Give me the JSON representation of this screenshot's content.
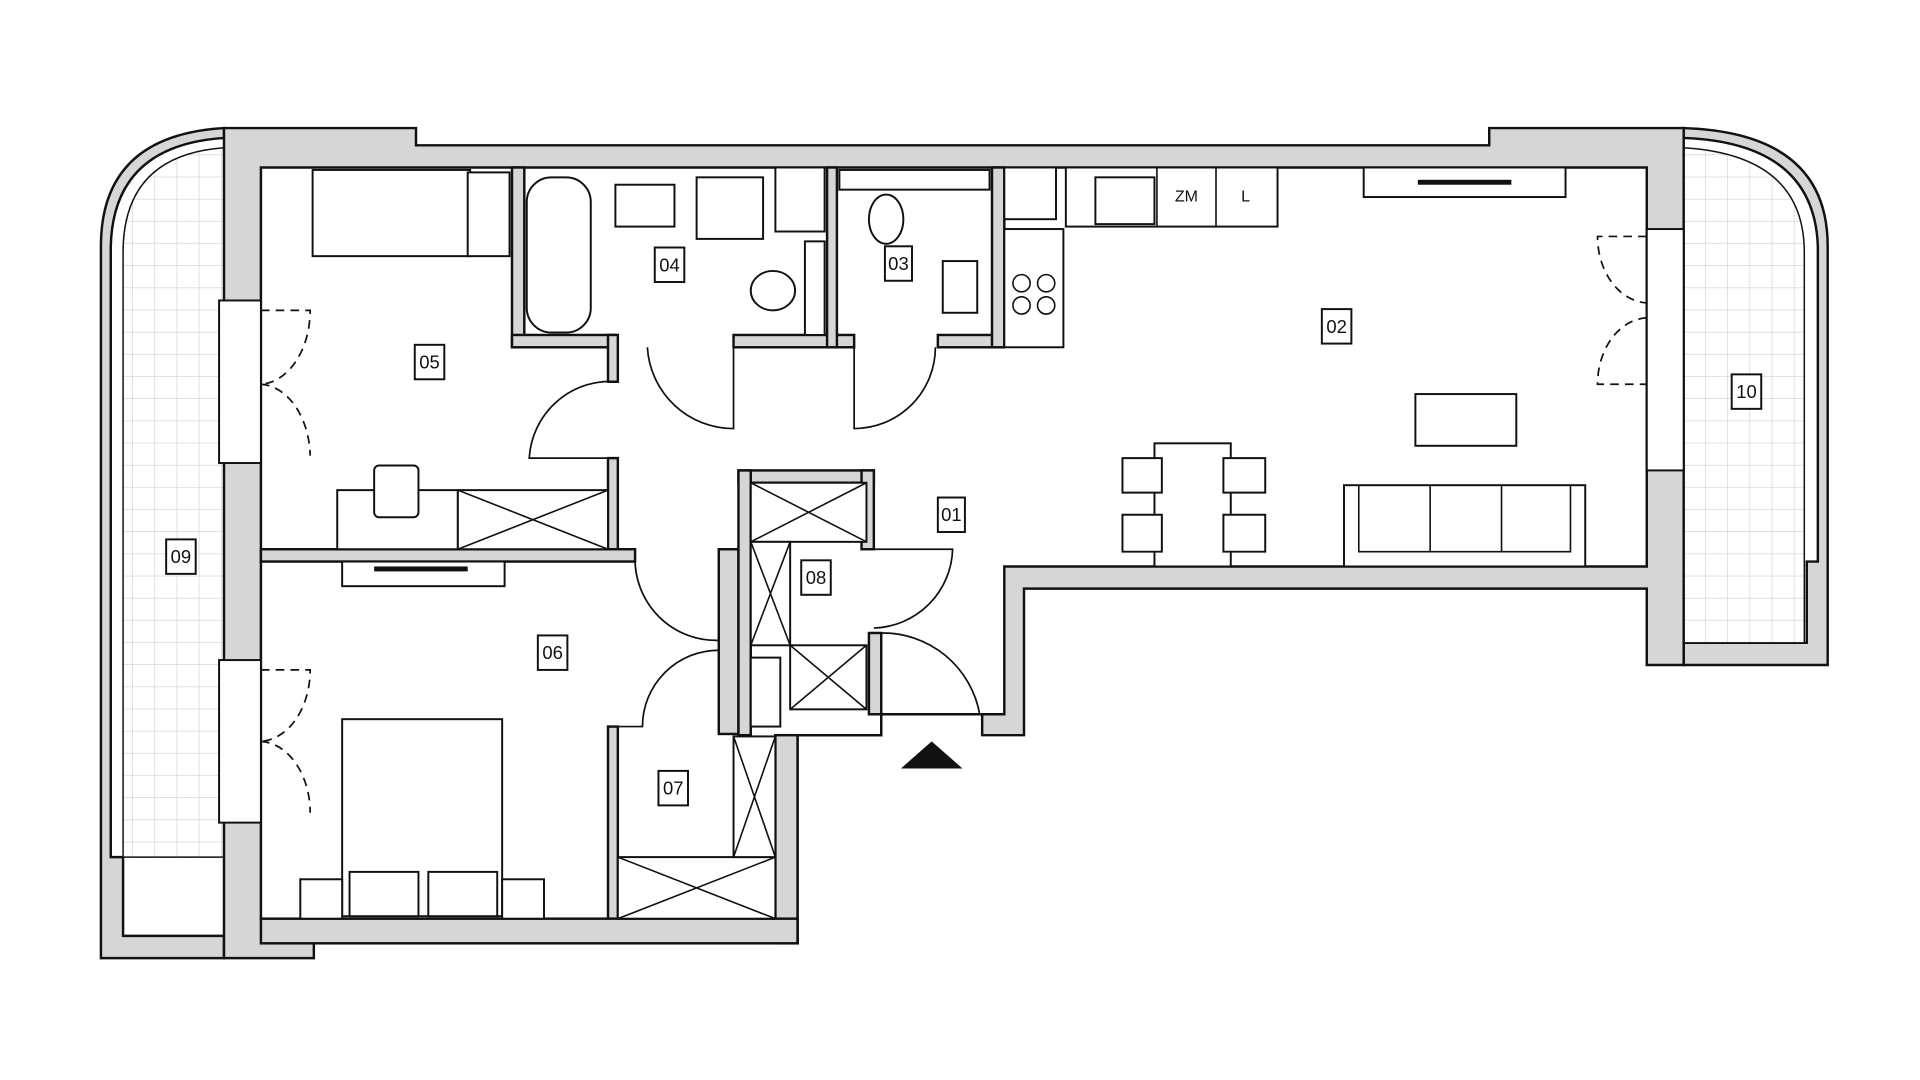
{
  "plan": {
    "rooms": [
      {
        "id": "01"
      },
      {
        "id": "02"
      },
      {
        "id": "03"
      },
      {
        "id": "04"
      },
      {
        "id": "05"
      },
      {
        "id": "06"
      },
      {
        "id": "07"
      },
      {
        "id": "08"
      },
      {
        "id": "09"
      },
      {
        "id": "10"
      }
    ],
    "appliances": {
      "freezer": "ZM",
      "fridge": "L"
    },
    "colors": {
      "wall": "#d6d6d6",
      "line": "#111111",
      "balcony_grid": "#cfcfcf"
    },
    "icons": [
      "entrance-arrow-icon"
    ]
  }
}
